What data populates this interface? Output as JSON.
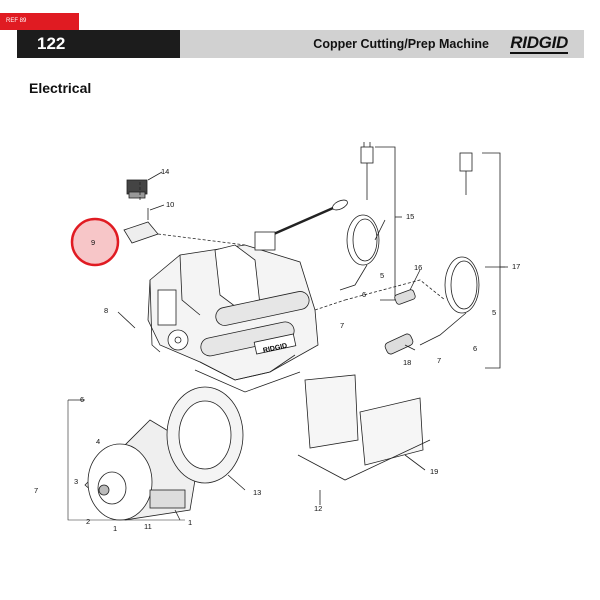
{
  "header": {
    "ref_tag": "REF 89",
    "page_number": "122",
    "title": "Copper Cutting/Prep Machine",
    "brand": "RIDGID"
  },
  "section_title": "Electrical",
  "machine_badge": "RIDGID",
  "callouts": [
    "1",
    "2",
    "3",
    "4",
    "5",
    "5",
    "6",
    "6",
    "6",
    "7",
    "7",
    "7",
    "8",
    "9",
    "10",
    "11",
    "12",
    "13",
    "14",
    "15",
    "16",
    "17",
    "18",
    "19"
  ],
  "highlight_color": "#e01b22"
}
